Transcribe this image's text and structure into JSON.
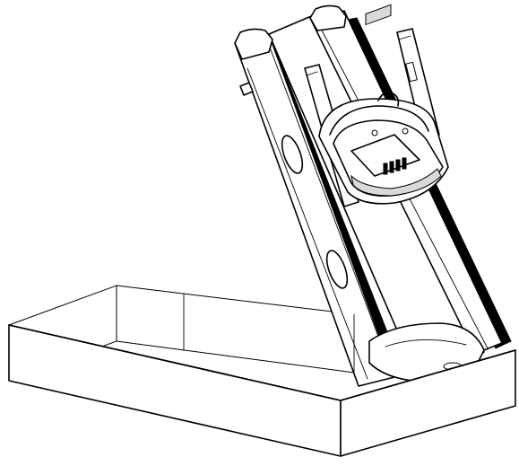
{
  "figure": {
    "subject_icon": "treadmill-being-unpacked-icon",
    "parts": [
      "shipping-box",
      "treadmill-deck",
      "upright-left",
      "upright-right",
      "console",
      "side-rail-left",
      "side-rail-right",
      "running-belt"
    ]
  },
  "colors": {
    "line": "#000000",
    "fill": "#ffffff",
    "belt": "#000000",
    "shade": "#d9d9d9"
  }
}
